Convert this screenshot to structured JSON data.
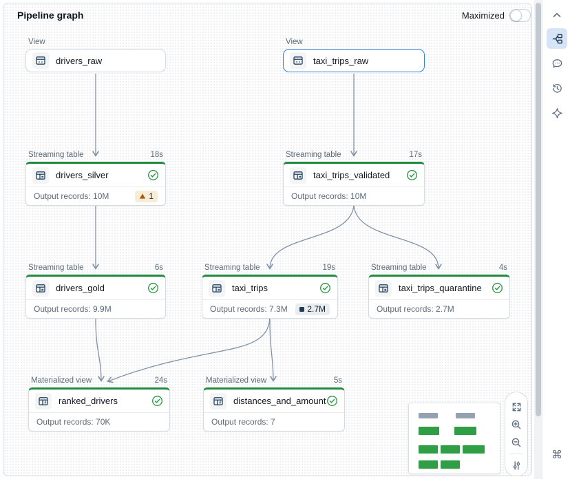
{
  "header": {
    "title": "Pipeline graph",
    "maximized_label": "Maximized",
    "maximized_on": false
  },
  "nodes": [
    {
      "type_label": "View",
      "name": "drivers_raw",
      "selected": false
    },
    {
      "type_label": "View",
      "name": "taxi_trips_raw",
      "selected": true
    },
    {
      "type_label": "Streaming table",
      "duration": "18s",
      "name": "drivers_silver",
      "status": "success",
      "output": "Output records: 10M",
      "warning_count": "1"
    },
    {
      "type_label": "Streaming table",
      "duration": "17s",
      "name": "taxi_trips_validated",
      "status": "success",
      "output": "Output records: 10M"
    },
    {
      "type_label": "Streaming table",
      "duration": "6s",
      "name": "drivers_gold",
      "status": "success",
      "output": "Output records: 9.9M"
    },
    {
      "type_label": "Streaming table",
      "duration": "19s",
      "name": "taxi_trips",
      "status": "success",
      "output": "Output records: 7.3M",
      "metric_badge": "2.7M"
    },
    {
      "type_label": "Streaming table",
      "duration": "4s",
      "name": "taxi_trips_quarantine",
      "status": "success",
      "output": "Output records: 2.7M"
    },
    {
      "type_label": "Materialized view",
      "duration": "24s",
      "name": "ranked_drivers",
      "status": "success",
      "output": "Output records: 70K"
    },
    {
      "type_label": "Materialized view",
      "duration": "5s",
      "name": "distances_and_amounts_b...",
      "status": "success",
      "output": "Output records: 7"
    }
  ],
  "edges": [
    {
      "from": "drivers_raw",
      "to": "drivers_silver"
    },
    {
      "from": "taxi_trips_raw",
      "to": "taxi_trips_validated"
    },
    {
      "from": "drivers_silver",
      "to": "drivers_gold"
    },
    {
      "from": "taxi_trips_validated",
      "to": "taxi_trips"
    },
    {
      "from": "taxi_trips_validated",
      "to": "taxi_trips_quarantine"
    },
    {
      "from": "drivers_gold",
      "to": "ranked_drivers"
    },
    {
      "from": "taxi_trips",
      "to": "ranked_drivers"
    },
    {
      "from": "taxi_trips",
      "to": "distances_and_amounts_b..."
    }
  ],
  "sidebar": {
    "icons": [
      "collapse-chevron-up",
      "pipeline-graph (selected)",
      "comments",
      "history",
      "assistant-sparkle",
      "command"
    ]
  },
  "zoom_controls": [
    "fit-to-screen",
    "zoom-in",
    "zoom-out",
    "graph-settings"
  ],
  "minimap": {
    "rows": [
      {
        "color": "gray",
        "count": 2
      },
      {
        "color": "green",
        "count": 2
      },
      {
        "color": "green",
        "count": 3
      },
      {
        "color": "green",
        "count": 2
      }
    ]
  },
  "colors": {
    "success_green": "#1f8b3d",
    "minimap_green": "#2f9e44",
    "selected_blue": "#3584d6",
    "edge_gray": "#8191a5",
    "warning_orange": "#b45309",
    "sidebar_selected_bg": "#d6e4f5"
  }
}
